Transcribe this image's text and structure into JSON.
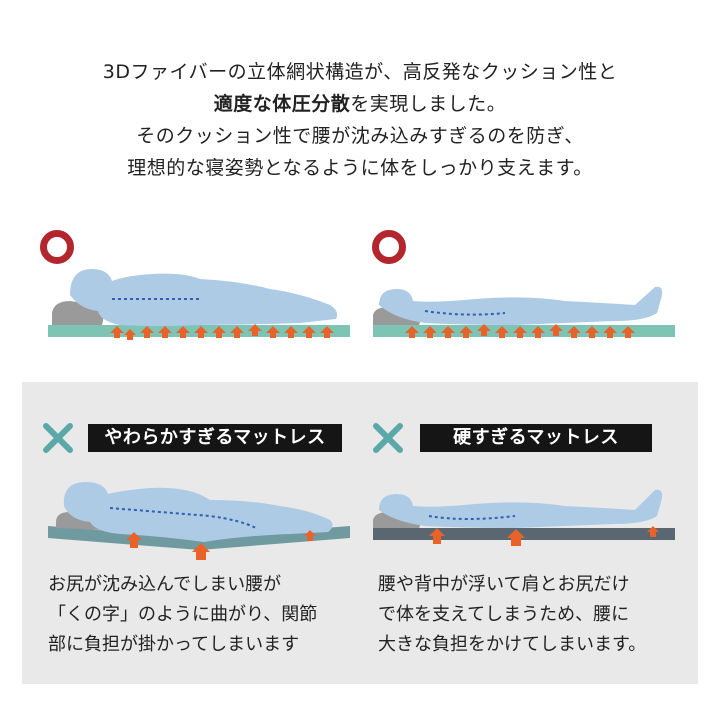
{
  "intro": {
    "line1": "3Dファイバーの立体網状構造が、高反発なクッション性と",
    "line2_bold": "適度な体圧分散",
    "line2_rest": "を実現しました。",
    "line3": "そのクッション性で腰が沈み込みすぎるのを防ぎ、",
    "line4": "理想的な寝姿勢となるように体をしっかり支えます。"
  },
  "good": {
    "mark_icon": "circle-good-icon"
  },
  "bad_soft": {
    "mark_icon": "cross-bad-icon",
    "label": "やわらかすぎるマットレス",
    "caption": "お尻が沈み込んでしまい腰が\n「くの字」のように曲がり、関節\n部に負担が掛かってしまいます"
  },
  "bad_hard": {
    "mark_icon": "cross-bad-icon",
    "label": "硬すぎるマットレス",
    "caption": "腰や背中が浮いて肩とお尻だけ\nで体を支えてしまうため、腰に\n大きな負担をかけてしまいます。"
  },
  "colors": {
    "good_circle": "#b3262e",
    "cross": "#5aa8a8",
    "mattress_green": "#7ec4b4",
    "mattress_soft": "#6f9aa0",
    "mattress_hard": "#5b6770",
    "body": "#aecbe6",
    "arrow": "#e8622a",
    "pillow": "#9a9a9a"
  }
}
